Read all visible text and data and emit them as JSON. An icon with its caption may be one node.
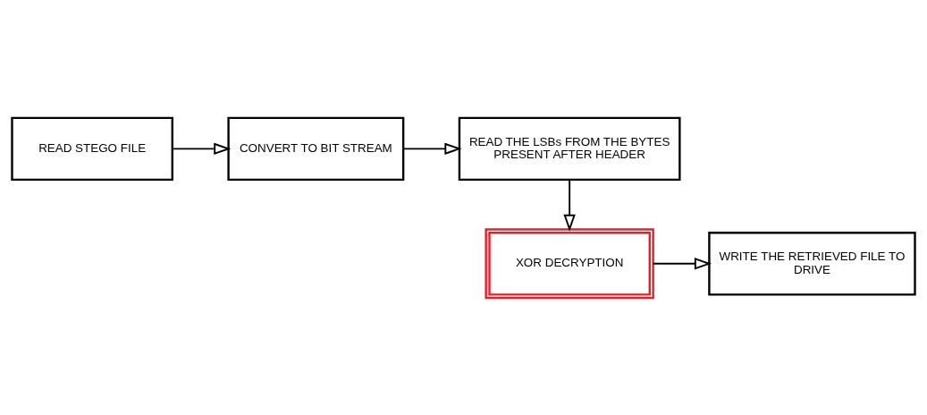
{
  "diagram": {
    "nodes": [
      {
        "text": [
          "READ STEGO FILE"
        ]
      },
      {
        "text": [
          "CONVERT TO BIT STREAM"
        ]
      },
      {
        "text": [
          "READ THE LSBs FROM THE BYTES PRESENT AFTER HEADER"
        ]
      },
      {
        "text": [
          "XOR DECRYPTION"
        ]
      },
      {
        "text": [
          "WRITE THE RETRIEVED FILE TO DRIVE"
        ]
      }
    ],
    "edges": [
      {
        "from": 0,
        "to": 1,
        "arrow": "to"
      },
      {
        "from": 1,
        "to": 2,
        "arrow": "to"
      },
      {
        "from": 2,
        "to": 3,
        "arrow": "to"
      },
      {
        "from": 3,
        "to": 4,
        "arrow": "to"
      }
    ]
  }
}
